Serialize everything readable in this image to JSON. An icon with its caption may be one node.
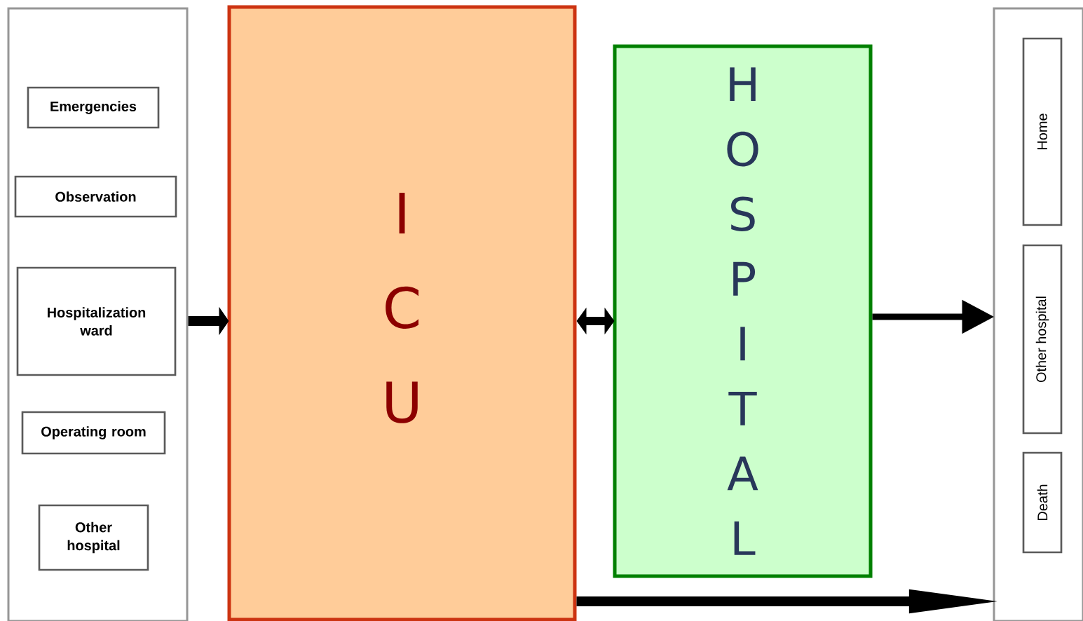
{
  "diagram": {
    "nodes": [
      {
        "text": [],
        "shape": "box"
      },
      {
        "text": [
          "Emergencies"
        ],
        "in": 0
      },
      {
        "text": [
          "Observation"
        ],
        "in": 0
      },
      {
        "text": [
          "Hospitalization ward"
        ],
        "in": 0
      },
      {
        "text": [
          "Operating room"
        ],
        "in": 0
      },
      {
        "text": [
          "Other hospital"
        ],
        "in": 0
      },
      {
        "text": [
          "I C U"
        ]
      },
      {
        "text": [
          "H O S P I T A L"
        ]
      },
      {
        "text": [],
        "shape": "box"
      },
      {
        "text": [
          "Home"
        ],
        "in": 8
      },
      {
        "text": [
          "Other hospital"
        ],
        "in": 8
      },
      {
        "text": [
          "Death"
        ],
        "in": 8
      }
    ],
    "edges": [
      {
        "from": 0,
        "to": 6,
        "arrow": "to"
      },
      {
        "from": 6,
        "to": 7,
        "arrow": "both"
      },
      {
        "from": 7,
        "to": 8,
        "arrow": "to"
      },
      {
        "from": 6,
        "to": 8,
        "arrow": "to"
      }
    ]
  }
}
